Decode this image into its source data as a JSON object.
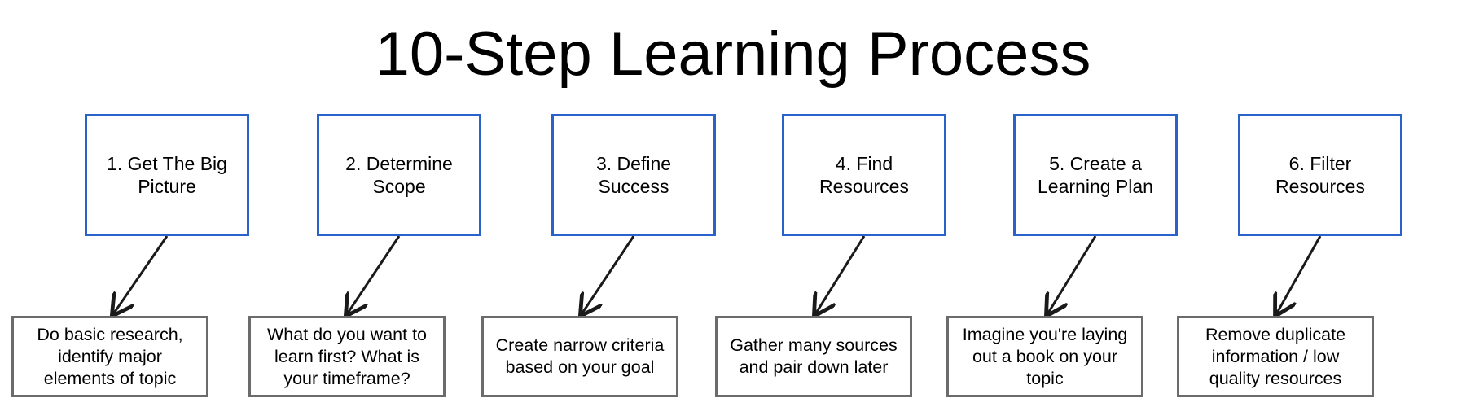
{
  "title": "10-Step Learning Process",
  "accent_color": "#2a62cc",
  "desc_border_color": "#6b6b6b",
  "steps": [
    {
      "label": "1. Get The Big Picture",
      "description": "Do basic research, identify major elements of topic"
    },
    {
      "label": "2. Determine Scope",
      "description": "What do you want to learn first? What is your timeframe?"
    },
    {
      "label": "3. Define Success",
      "description": "Create narrow criteria based on your goal"
    },
    {
      "label": "4. Find Resources",
      "description": "Gather many sources and pair down later"
    },
    {
      "label": "5. Create a Learning Plan",
      "description": "Imagine you're laying out a book on your topic"
    },
    {
      "label": "6. Filter Resources",
      "description": "Remove duplicate information / low quality resources"
    }
  ]
}
